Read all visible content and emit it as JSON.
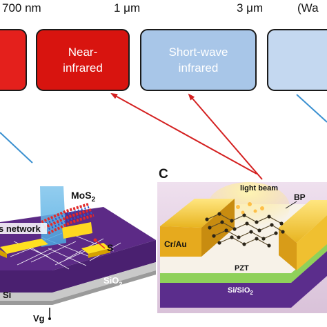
{
  "scale": {
    "label_700": "700 nm",
    "label_1": "1 μm",
    "label_3": "3 μm",
    "label_cut": "(Wa"
  },
  "bands": {
    "red_label": "",
    "nir_label": "Near-\ninfrared",
    "swir_label": "Short-wave\ninfrared",
    "next_label": ""
  },
  "panel_b": {
    "mos2": "MoS",
    "mos2_sub": "2",
    "network": "s network",
    "s": "S",
    "sio2": "SiO",
    "sio2_sub": "2",
    "si": "Si",
    "vg": "Vg"
  },
  "panel_c": {
    "letter": "C",
    "light_beam": "light beam",
    "bp": "BP",
    "cr_au": "Cr/Au",
    "pzt": "PZT",
    "si_sio2": "Si/SiO",
    "si_sio2_sub": "2"
  },
  "colors": {
    "red_band": "#e4201c",
    "nir_band": "#d8140f",
    "swir_band": "#a8c6e8",
    "next_band": "#c4d8f0",
    "arrow_red": "#d42020",
    "arrow_blue": "#3a90d0"
  }
}
